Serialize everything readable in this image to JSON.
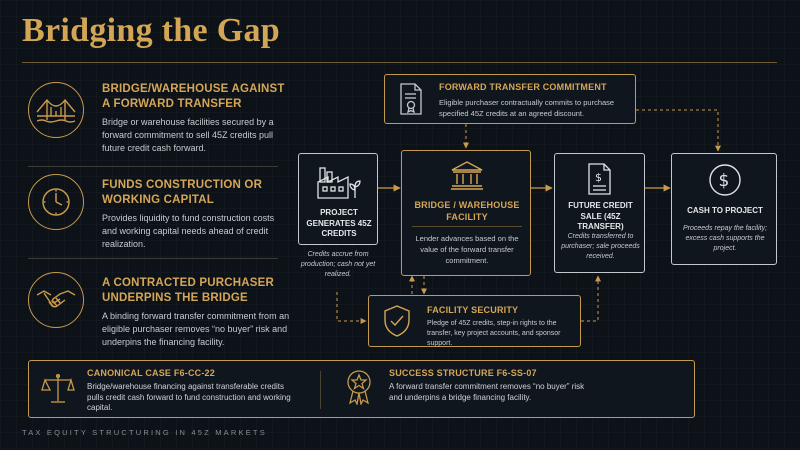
{
  "title": "Bridging the Gap",
  "left_items": [
    {
      "icon": "bridge-icon",
      "heading": "BRIDGE/WAREHOUSE AGAINST A FORWARD TRANSFER",
      "body": "Bridge or warehouse facilities secured by a forward commitment to sell 45Z credits pull future credit cash forward."
    },
    {
      "icon": "clock-icon",
      "heading": "FUNDS CONSTRUCTION OR WORKING CAPITAL",
      "body": "Provides liquidity to fund construction costs and working capital needs ahead of credit realization."
    },
    {
      "icon": "handshake-icon",
      "heading": "A CONTRACTED PURCHASER UNDERPINS THE BRIDGE",
      "body": "A binding forward transfer commitment from an eligible purchaser removes “no buyer” risk and underpins the financing facility."
    }
  ],
  "forward_commitment": {
    "title": "FORWARD TRANSFER COMMITMENT",
    "body": "Eligible purchaser contractually commits to purchase specified 45Z credits at an agreed discount."
  },
  "project": {
    "title": "PROJECT GENERATES 45Z CREDITS",
    "note": "Credits accrue from production; cash not yet realized."
  },
  "bridge": {
    "title": "BRIDGE / WAREHOUSE FACILITY",
    "body": "Lender advances based on the value of the forward transfer commitment."
  },
  "future_sale": {
    "title": "FUTURE CREDIT SALE (45Z TRANSFER)",
    "body": "Credits transferred to purchaser; sale proceeds received."
  },
  "cash": {
    "title": "CASH TO PROJECT",
    "body": "Proceeds repay the facility; excess cash supports the project."
  },
  "security": {
    "title": "FACILITY SECURITY",
    "body": "Pledge of 45Z credits, step-in rights to the transfer, key project accounts, and sponsor support."
  },
  "canonical": {
    "title": "CANONICAL CASE F6-CC-22",
    "body": "Bridge/warehouse financing against transferable credits pulls credit cash forward to fund construction and working capital."
  },
  "success": {
    "title": "SUCCESS STRUCTURE F6-SS-07",
    "body": "A forward transfer commitment removes “no buyer” risk and underpins a bridge financing facility."
  },
  "footer": "TAX EQUITY STRUCTURING IN 45Z MARKETS",
  "colors": {
    "gold": "#d2a654",
    "background": "#0c1218"
  }
}
